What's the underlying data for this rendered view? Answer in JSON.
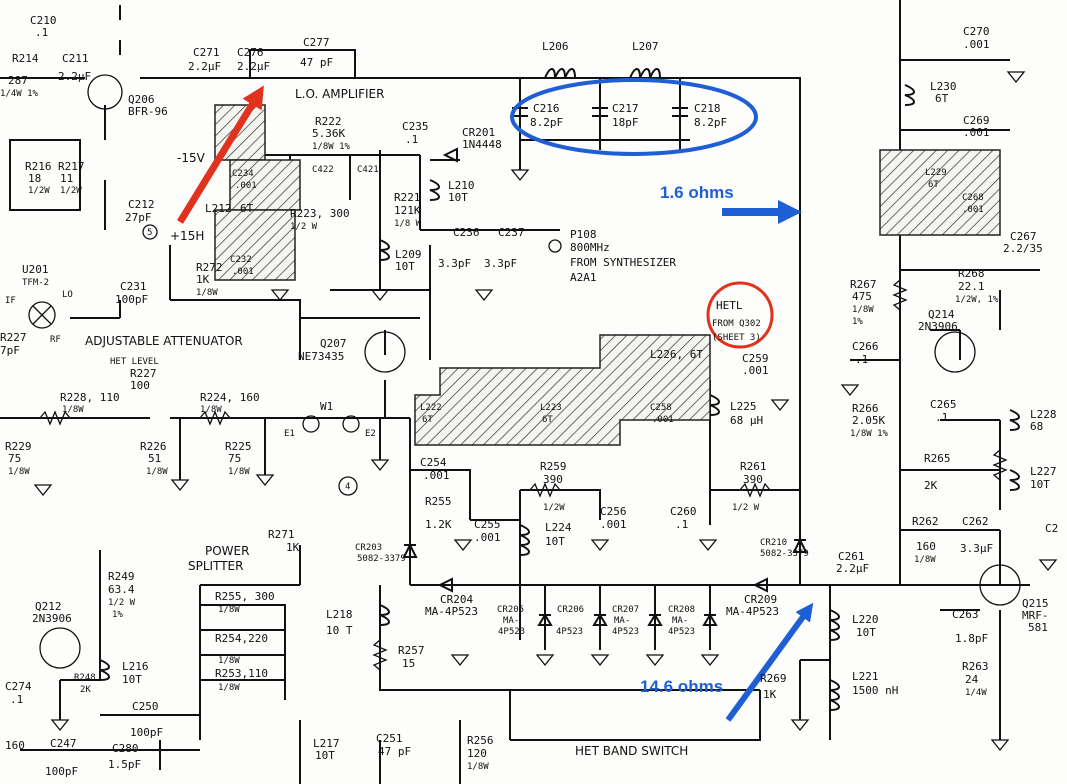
{
  "annotations": {
    "ohms_top": "1.6 ohms",
    "ohms_bottom": "14.6 ohms",
    "blue_color": "#1f5fd6",
    "red_color": "#e0321e"
  },
  "sections": {
    "lo_amplifier": "L.O. AMPLIFIER",
    "adjustable_attenuator": "ADJUSTABLE ATTENUATOR",
    "power_splitter_1": "POWER",
    "power_splitter_2": "SPLITTER",
    "het_band_switch": "HET BAND SWITCH",
    "het_level_1": "HET LEVEL",
    "hetl_1": "HETL",
    "hetl_2": "FROM Q302",
    "hetl_3": "(SHEET 3)",
    "synth_1": "P108",
    "synth_2": "800MHz",
    "synth_3": "FROM SYNTHESIZER",
    "synth_4": "A2A1",
    "minus15v": "-15V",
    "plus15h": "+15H",
    "tp5": "5",
    "tp4": "4",
    "u201_1": "U201",
    "u201_2": "TFM-2",
    "u201_lo": "LO",
    "if": "IF",
    "rf": "RF"
  },
  "parts": {
    "c210": "C210",
    "c210v": ".1",
    "r214": "R214",
    "r287": "287",
    "r287v": "1/4W 1%",
    "c211": "C211",
    "c211v": "2.2µF",
    "q206": "Q206",
    "q206v": "BFR-96",
    "c271": "C271",
    "c271v": "2.2µF",
    "c276": "C276",
    "c276v": "2.2µF",
    "c277": "C277",
    "c277v": "47 pF",
    "l206": "L206",
    "l207": "L207",
    "c216": "C216",
    "c216v": "8.2pF",
    "c217": "C217",
    "c217v": "18pF",
    "c218": "C218",
    "c218v": "8.2pF",
    "r222": "R222",
    "r222v1": "5.36K",
    "r222v2": "1/8W 1%",
    "c235": "C235",
    "c235v": ".1",
    "cr201": "CR201",
    "cr201v": "1N4448",
    "r216": "R216",
    "r216v": "18",
    "r216w": "1/2W",
    "r217": "R217",
    "r217v": "11",
    "r217w": "1/2W",
    "c212": "C212",
    "c212v": "27pF",
    "c234": "C234",
    "c234v": ".001",
    "c422": "C422",
    "c421": "C421",
    "l212": "L212",
    "l212v": "6T",
    "r223": "R223, 300",
    "r223v": "1/2 W",
    "r221": "R221",
    "r221v": "121K",
    "r221w": "1/8 W",
    "l210": "L210",
    "l210v": "10T",
    "c236": "C236",
    "c236v": "3.3pF",
    "c237": "C237",
    "c237v": "3.3pF",
    "c232": "C232",
    "c232v": ".001",
    "r272": "R272",
    "r272v": "1K",
    "r272w": "1/8W",
    "l209": "L209",
    "l209v": "10T",
    "c231": "C231",
    "c231v": "100pF",
    "q207": "Q207",
    "q207v": "NE73435",
    "r227": "R227",
    "r227v": "100",
    "r228": "R228, 110",
    "r228v": "1/8W",
    "r224": "R224, 160",
    "r224v": "1/8W",
    "w1": "W1",
    "e1": "E1",
    "e2": "E2",
    "r226": "R226",
    "r226v": "51",
    "r226w": "1/8W",
    "r225": "R225",
    "r225v": "75",
    "r225w": "1/8W",
    "r229": "R229",
    "r229v": "75",
    "r229w": "1/8W",
    "r227l": "R227",
    "r227lv": "7pF",
    "l222": "L222",
    "l222v": "6T",
    "l223": "L223",
    "l223v": "6T",
    "c258": "C258",
    "c258v": ".001",
    "l226": "L226, 6T",
    "c259": "C259",
    "c259v": ".001",
    "l225": "L225",
    "l225v": "68 µH",
    "c254": "C254",
    "c254v": ".001",
    "r259": "R259",
    "r259v": "390",
    "r259w": "1/2W",
    "r261": "R261",
    "r261v": "390",
    "r261w": "1/2 W",
    "r255": "R255",
    "r255v": "1.2K",
    "c255": "C255",
    "c255v": ".001",
    "l224": "L224",
    "l224v": "10T",
    "c256": "C256",
    "c256v": ".001",
    "c260": "C260",
    "c260v": ".1",
    "r271": "R271",
    "r271v": "1K",
    "cr203": "CR203",
    "cr203v": "5082-3379",
    "cr210": "CR210",
    "cr210v": "5082-3379",
    "cr204": "CR204",
    "cr204v": "MA-4P523",
    "cr209": "CR209",
    "cr209v": "MA-4P523",
    "cr205": "CR205",
    "cr206": "CR206",
    "cr207": "CR207",
    "cr208": "CR208",
    "ma": "MA-",
    "ma4": "4P523",
    "r249": "R249",
    "r249v": "63.4",
    "r249w": "1/2 W",
    "r249p": "1%",
    "r255b": "R255, 300",
    "r255bw": "1/8W",
    "r254": "R254,220",
    "r254w": "1/8W",
    "r253": "R253,110",
    "r253w": "1/8W",
    "l218": "L218",
    "l218v": "10 T",
    "r257": "R257",
    "r257v": "15",
    "q212": "Q212",
    "q212v": "2N3906",
    "r248": "R248",
    "r248v": "2K",
    "l216": "L216",
    "l216v": "10T",
    "c274": "C274",
    "c274v": ".1",
    "c250": "C250",
    "c250v": "100pF",
    "c247": "C247",
    "c247v": "100pF",
    "c280": "C280",
    "c280v": "1.5pF",
    "v160": "160",
    "l217": "L217",
    "l217v": "10T",
    "c251": "C251",
    "c251v": "47 pF",
    "r256": "R256",
    "r256v": "120",
    "r256w": "1/8W",
    "r269": "R269",
    "r269v": "1K",
    "l220": "L220",
    "l220v": "10T",
    "l221": "L221",
    "l221v": "1500 nH",
    "c261": "C261",
    "c261v": "2.2µF",
    "c270": "C270",
    "c270v": ".001",
    "l230": "L230",
    "l230v": "6T",
    "c269": "C269",
    "c269v": ".001",
    "l229": "L229",
    "l229v": "6T",
    "c268": "C268",
    "c268v": ".001",
    "c267": "C267",
    "c267v": "2.2/35",
    "r267": "R267",
    "r267v": "475",
    "r267w": "1/8W",
    "r267p": "1%",
    "r268": "R268",
    "r268v": "22.1",
    "r268w": "1/2W, 1%",
    "q214": "Q214",
    "q214v": "2N3906",
    "c266": "C266",
    "c266v": ".1",
    "r266": "R266",
    "r266v": "2.05K",
    "r266w": "1/8W 1%",
    "c265": "C265",
    "c265v": ".1",
    "r265": "R265",
    "r265v": "2K",
    "l228": "L228",
    "l228v": "68",
    "l227": "L227",
    "l227v": "10T",
    "r262": "R262",
    "r262v": "160",
    "r262w": "1/8W",
    "c262": "C262",
    "c262v": "3.3µF",
    "c263": "C263",
    "c263v": "1.8pF",
    "q215": "Q215",
    "q215v": "MRF-",
    "q215w": "581",
    "r263": "R263",
    "r263v": "24",
    "r263w": "1/4W",
    "c2x": "C2"
  }
}
